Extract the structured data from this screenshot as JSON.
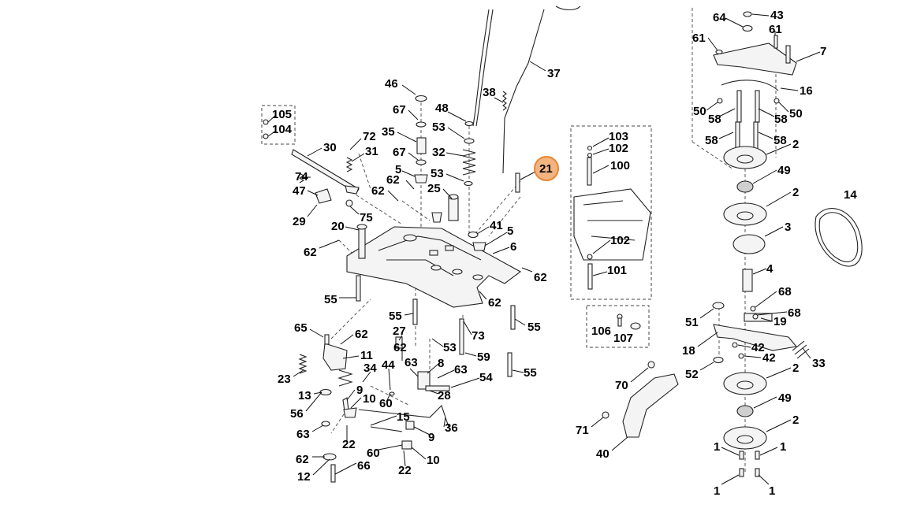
{
  "diagram": {
    "highlighted_part": "21",
    "highlight_color": "#f3b482",
    "highlight_border": "#e88632",
    "labels": [
      "105",
      "104",
      "30",
      "72",
      "31",
      "74",
      "47",
      "29",
      "75",
      "62",
      "20",
      "62",
      "55",
      "46",
      "67",
      "35",
      "67",
      "5",
      "62",
      "25",
      "48",
      "53",
      "32",
      "53",
      "38",
      "37",
      "21",
      "41",
      "5",
      "6",
      "62",
      "62",
      "55",
      "55",
      "65",
      "62",
      "11",
      "23",
      "13",
      "56",
      "63",
      "62",
      "12",
      "66",
      "34",
      "44",
      "9",
      "10",
      "60",
      "15",
      "9",
      "22",
      "60",
      "22",
      "10",
      "36",
      "27",
      "62",
      "63",
      "8",
      "63",
      "54",
      "28",
      "53",
      "73",
      "59",
      "55",
      "103",
      "102",
      "100",
      "102",
      "101",
      "106",
      "107",
      "64",
      "43",
      "61",
      "61",
      "7",
      "16",
      "50",
      "58",
      "58",
      "50",
      "58",
      "58",
      "2",
      "49",
      "2",
      "3",
      "4",
      "14",
      "68",
      "68",
      "19",
      "51",
      "18",
      "42",
      "42",
      "33",
      "52",
      "2",
      "49",
      "2",
      "70",
      "71",
      "40",
      "1",
      "1",
      "1",
      "1"
    ]
  }
}
